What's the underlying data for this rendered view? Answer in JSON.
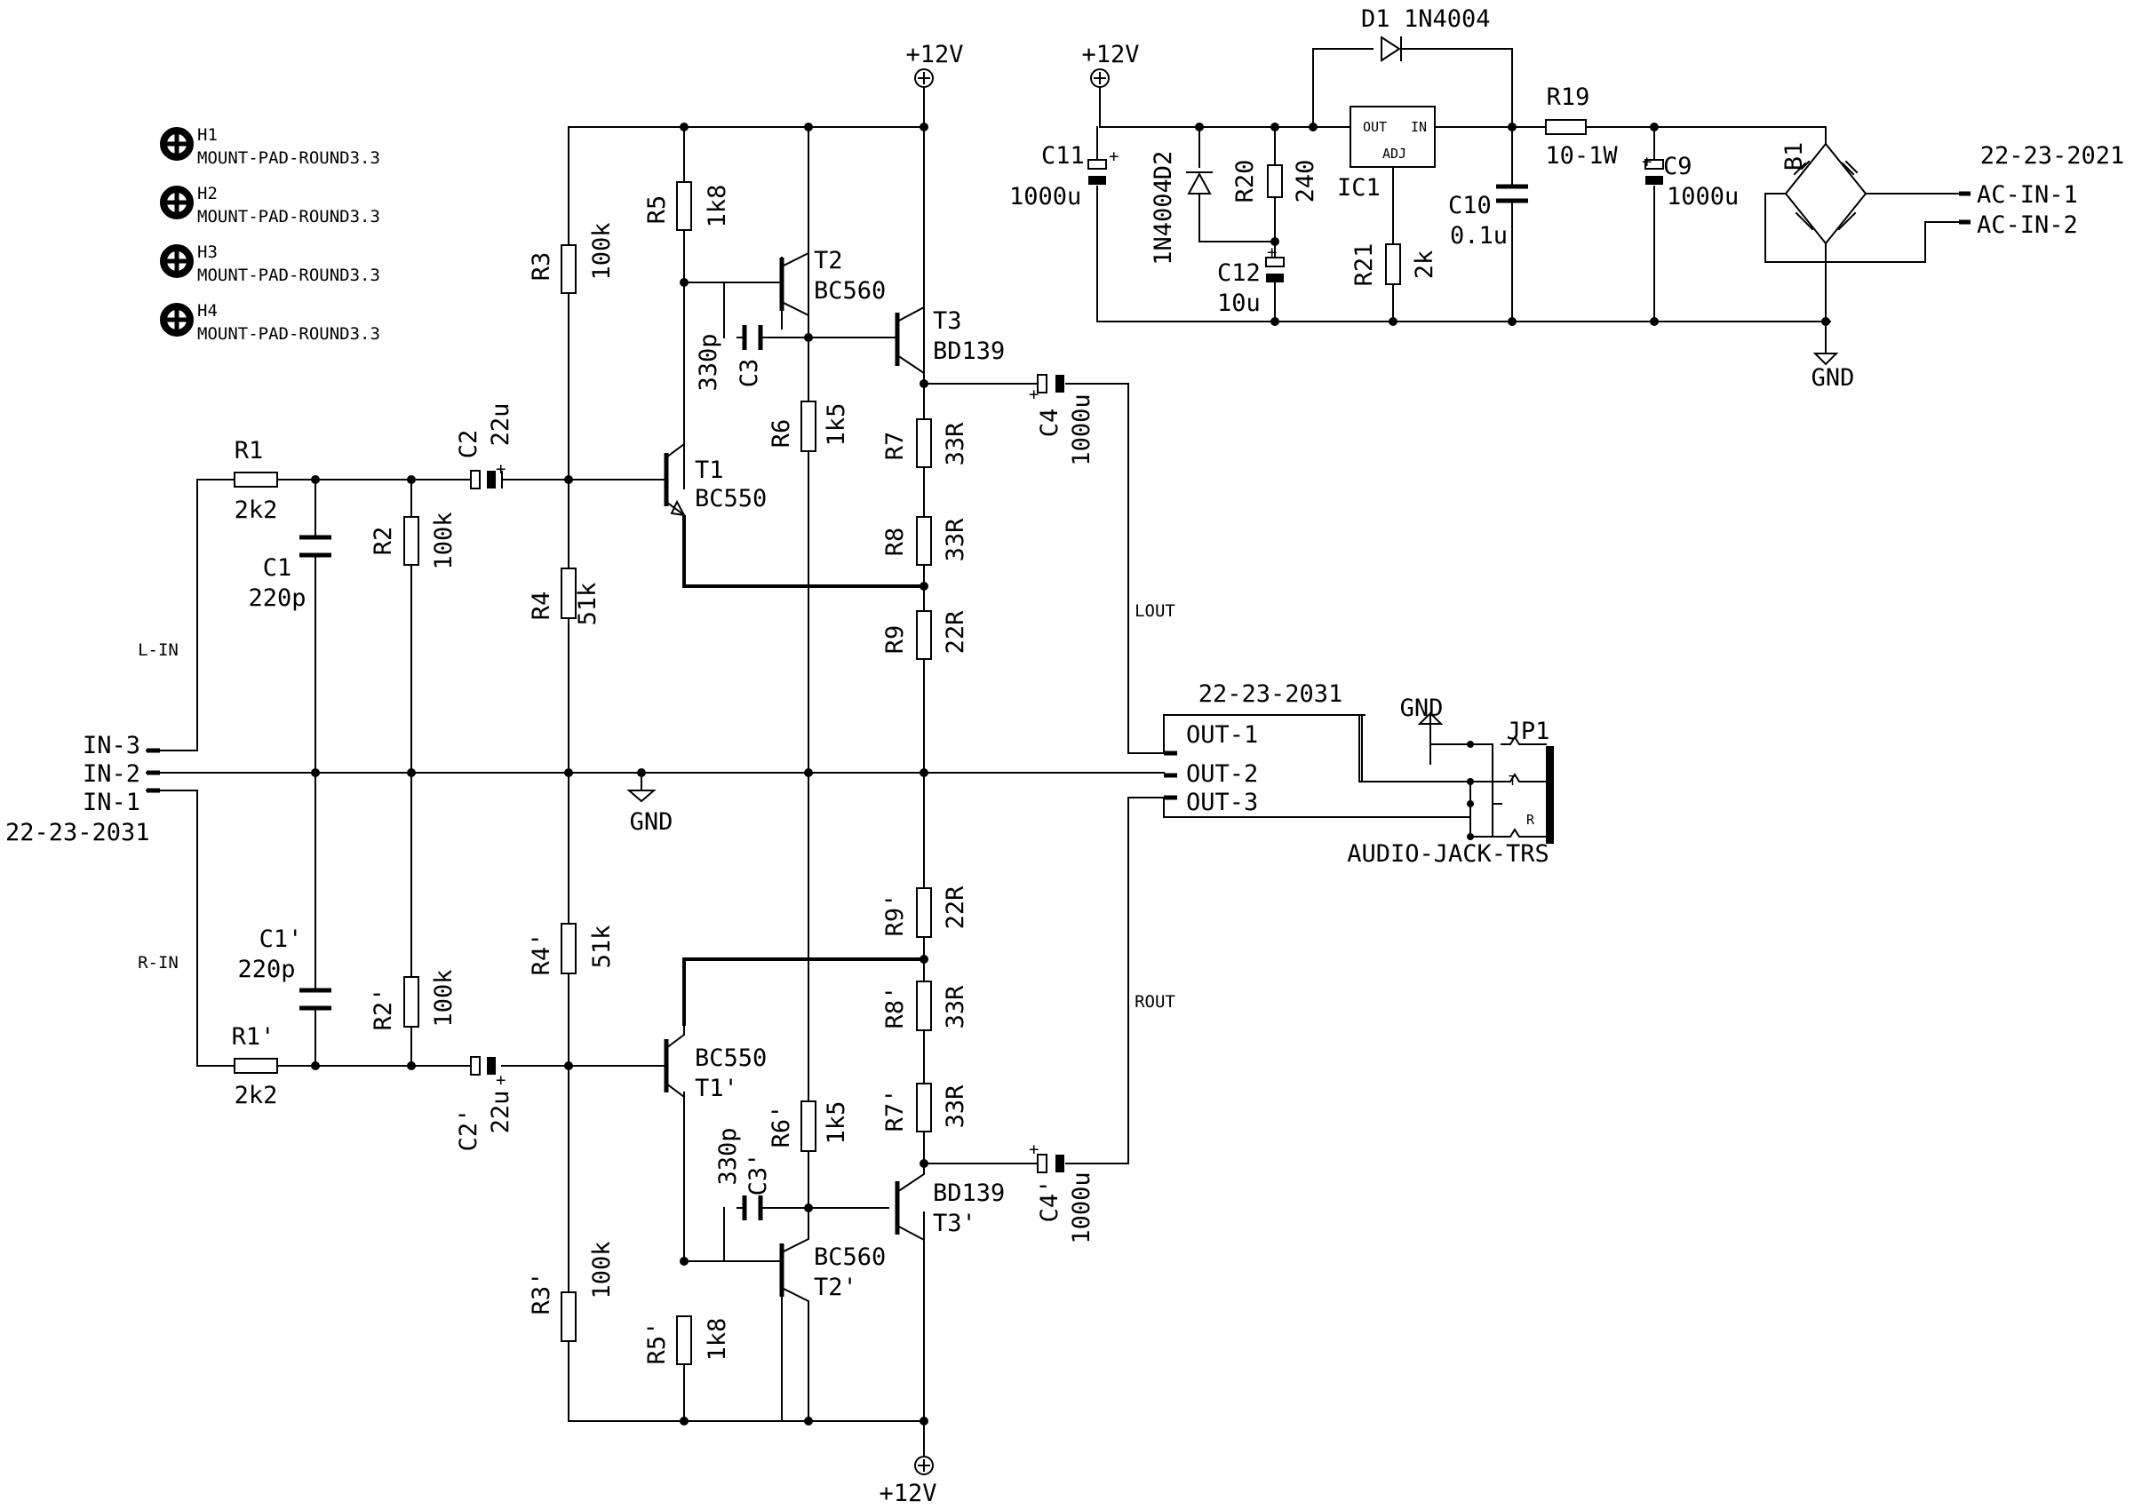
{
  "mount_pads": [
    {
      "ref": "H1",
      "value": "MOUNT-PAD-ROUND3.3"
    },
    {
      "ref": "H2",
      "value": "MOUNT-PAD-ROUND3.3"
    },
    {
      "ref": "H3",
      "value": "MOUNT-PAD-ROUND3.3"
    },
    {
      "ref": "H4",
      "value": "MOUNT-PAD-ROUND3.3"
    }
  ],
  "power": {
    "supply_top": "+12V",
    "supply_bottom": "+12V",
    "supply_psu": "+12V",
    "gnd_main": "GND",
    "gnd_psu": "GND",
    "gnd_jack": "GND"
  },
  "input_connector": {
    "part": "22-23-2031",
    "pins": [
      "IN-3",
      "IN-2",
      "IN-1"
    ],
    "net_left": "L-IN",
    "net_right": "R-IN"
  },
  "output_connector": {
    "part": "22-23-2031",
    "pins": [
      "OUT-1",
      "OUT-2",
      "OUT-3"
    ],
    "net_left": "LOUT",
    "net_right": "ROUT"
  },
  "ac_connector": {
    "part": "22-23-2021",
    "pins": [
      "AC-IN-1",
      "AC-IN-2"
    ]
  },
  "jack": {
    "ref": "JP1",
    "value": "AUDIO-JACK-TRS",
    "pin_labels": [
      "T",
      "R"
    ]
  },
  "left_channel": {
    "R1": {
      "ref": "R1",
      "value": "2k2"
    },
    "C1": {
      "ref": "C1",
      "value": "220p"
    },
    "R2": {
      "ref": "R2",
      "value": "100k"
    },
    "C2": {
      "ref": "C2",
      "value": "22u"
    },
    "R3": {
      "ref": "R3",
      "value": "100k"
    },
    "R4": {
      "ref": "R4",
      "value": "51k"
    },
    "R5": {
      "ref": "R5",
      "value": "1k8"
    },
    "T1": {
      "ref": "T1",
      "value": "BC550"
    },
    "T2": {
      "ref": "T2",
      "value": "BC560"
    },
    "C3": {
      "ref": "C3",
      "value": "330p"
    },
    "R6": {
      "ref": "R6",
      "value": "1k5"
    },
    "T3": {
      "ref": "T3",
      "value": "BD139"
    },
    "R7": {
      "ref": "R7",
      "value": "33R"
    },
    "R8": {
      "ref": "R8",
      "value": "33R"
    },
    "R9": {
      "ref": "R9",
      "value": "22R"
    },
    "C4": {
      "ref": "C4",
      "value": "1000u"
    }
  },
  "right_channel": {
    "R1": {
      "ref": "R1'",
      "value": "2k2"
    },
    "C1": {
      "ref": "C1'",
      "value": "220p"
    },
    "R2": {
      "ref": "R2'",
      "value": "100k"
    },
    "C2": {
      "ref": "C2'",
      "value": "22u"
    },
    "R3": {
      "ref": "R3'",
      "value": "100k"
    },
    "R4": {
      "ref": "R4'",
      "value": "51k"
    },
    "R5": {
      "ref": "R5'",
      "value": "1k8"
    },
    "T1": {
      "ref": "T1'",
      "value": "BC550"
    },
    "T2": {
      "ref": "T2'",
      "value": "BC560"
    },
    "C3": {
      "ref": "C3'",
      "value": "330p"
    },
    "R6": {
      "ref": "R6'",
      "value": "1k5"
    },
    "T3": {
      "ref": "T3'",
      "value": "BD139"
    },
    "R7": {
      "ref": "R7'",
      "value": "33R"
    },
    "R8": {
      "ref": "R8'",
      "value": "33R"
    },
    "R9": {
      "ref": "R9'",
      "value": "22R"
    },
    "C4": {
      "ref": "C4'",
      "value": "1000u"
    }
  },
  "psu": {
    "C11": {
      "ref": "C11",
      "value": "1000u"
    },
    "D2": {
      "ref": "D2",
      "value": "1N4004"
    },
    "R20": {
      "ref": "R20",
      "value": "240"
    },
    "C12": {
      "ref": "C12",
      "value": "10u"
    },
    "IC1": {
      "ref": "IC1",
      "pin_out": "OUT",
      "pin_in": "IN",
      "pin_adj": "ADJ"
    },
    "R21": {
      "ref": "R21",
      "value": "2k"
    },
    "D1": {
      "ref": "D1",
      "value": "1N4004"
    },
    "C10": {
      "ref": "C10",
      "value": "0.1u"
    },
    "R19": {
      "ref": "R19",
      "value": "10-1W"
    },
    "C9": {
      "ref": "C9",
      "value": "1000u"
    },
    "B1": {
      "ref": "B1"
    }
  }
}
